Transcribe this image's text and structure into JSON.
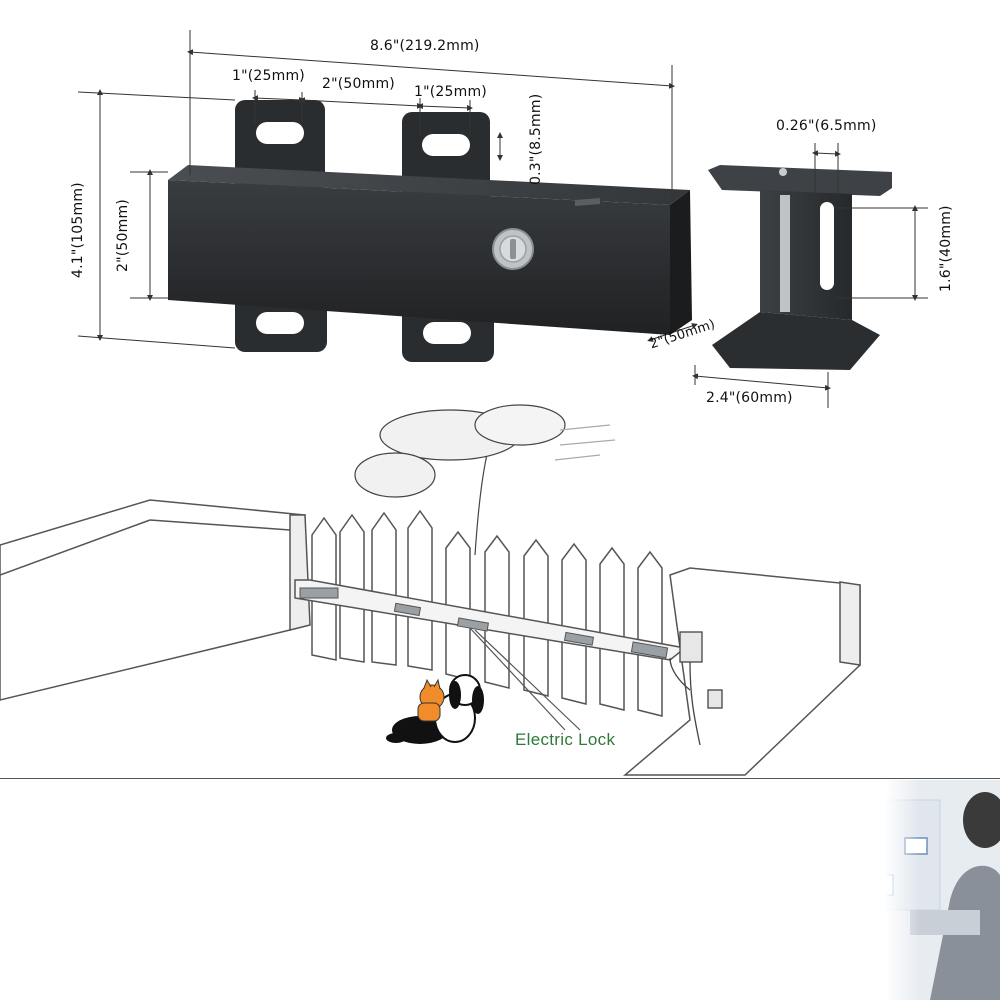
{
  "dimensions": {
    "total_width": "8.6\"(219.2mm)",
    "slot_width_left": "1\"(25mm)",
    "slot_spacing": "2\"(50mm)",
    "slot_width_right": "1\"(25mm)",
    "slot_height": "0.3\"(8.5mm)",
    "total_height": "4.1\"(105mm)",
    "body_height": "2\"(50mm)",
    "body_depth": "2\"(50mm)",
    "bracket_slot_width": "0.26\"(6.5mm)",
    "bracket_slot_height": "1.6\"(40mm)",
    "bracket_width": "2.4\"(60mm)"
  },
  "scene": {
    "label": "Electric Lock"
  },
  "colors": {
    "lock_body": "#2b2e30",
    "caption": "#2f7a3a",
    "line": "#333333"
  }
}
